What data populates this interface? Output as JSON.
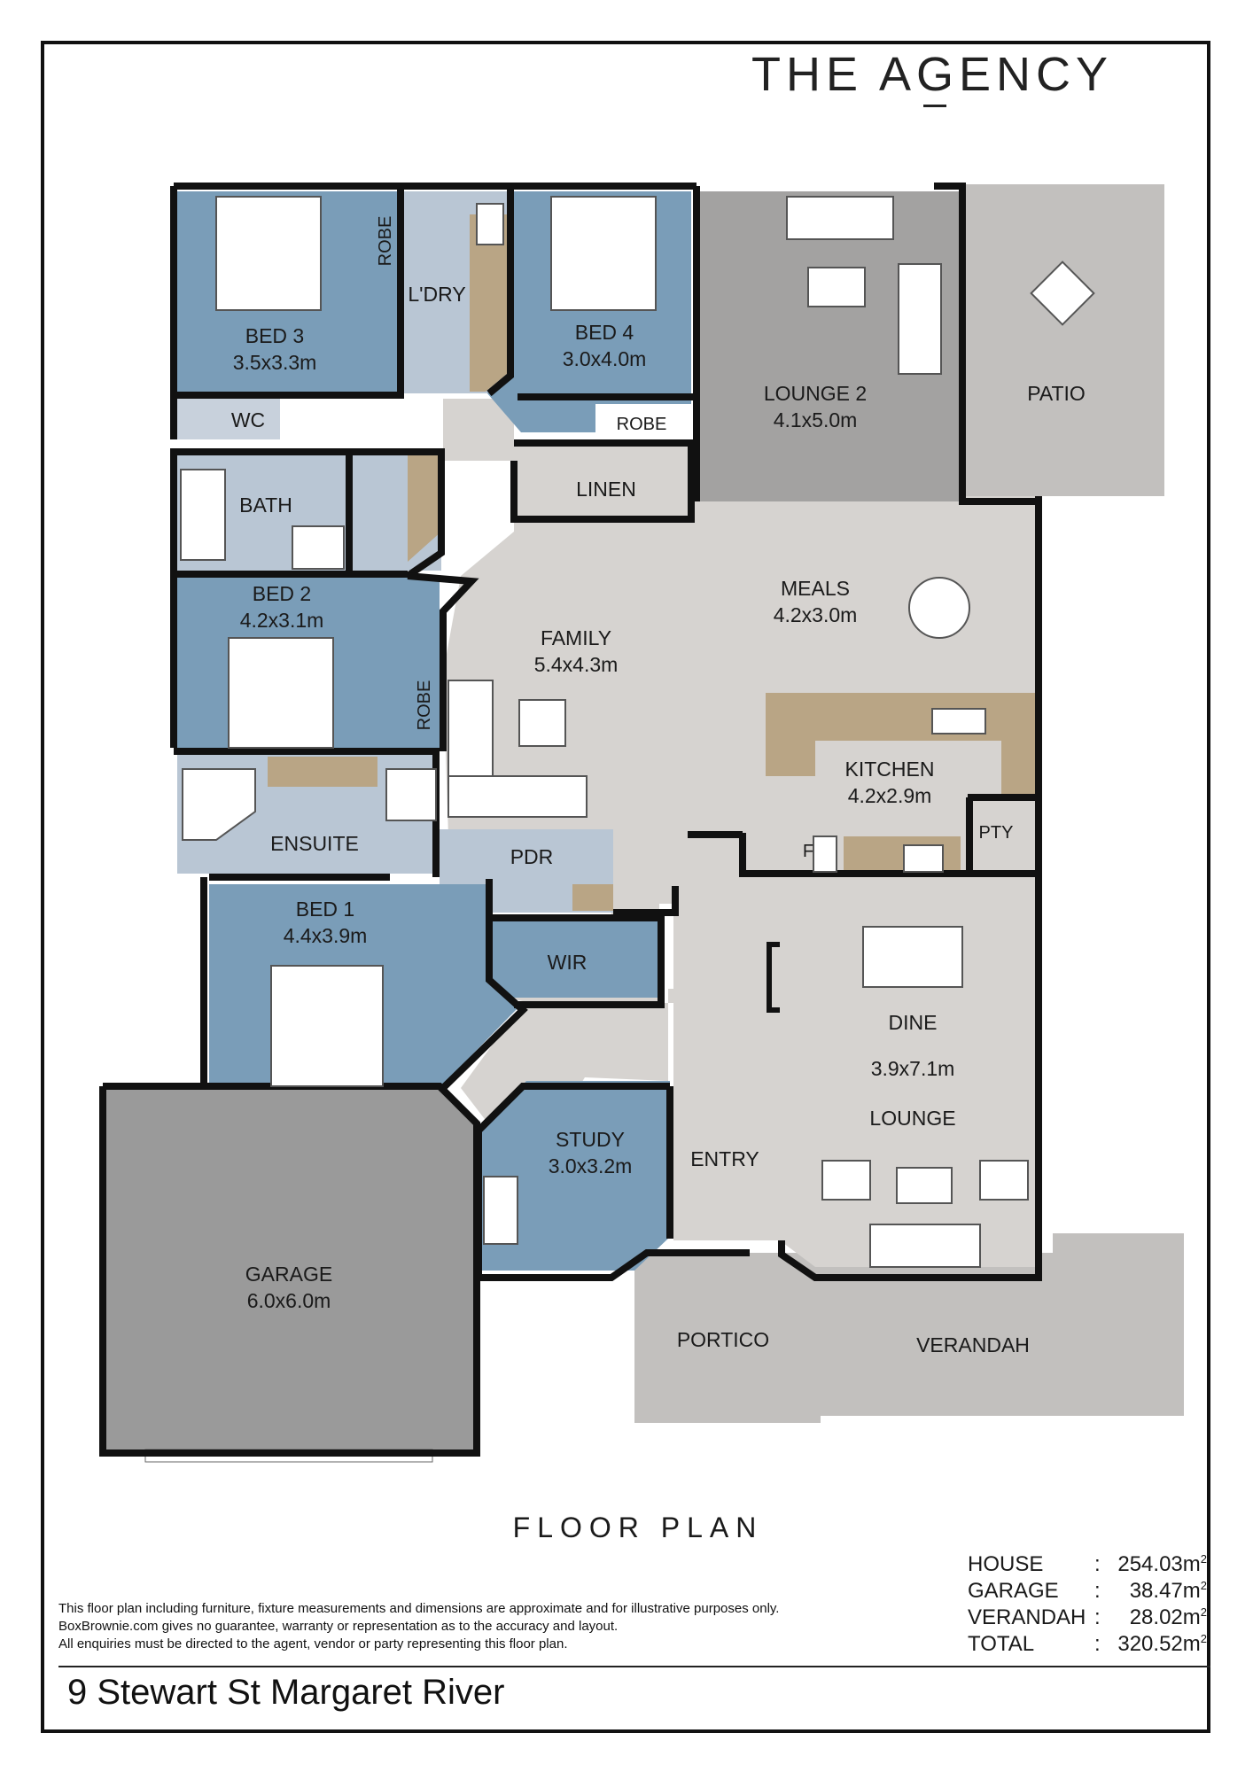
{
  "brand": {
    "logo_text": "THE AGENCY"
  },
  "rooms": {
    "bed3": {
      "name": "BED 3",
      "size": "3.5x3.3m"
    },
    "robe_bed3": {
      "name": "ROBE"
    },
    "laundry": {
      "name": "L'DRY"
    },
    "bed4": {
      "name": "BED 4",
      "size": "3.0x4.0m"
    },
    "robe_bed4": {
      "name": "ROBE"
    },
    "lounge2": {
      "name": "LOUNGE 2",
      "size": "4.1x5.0m"
    },
    "patio": {
      "name": "PATIO"
    },
    "wc": {
      "name": "WC"
    },
    "bath": {
      "name": "BATH"
    },
    "linen": {
      "name": "LINEN"
    },
    "bed2": {
      "name": "BED 2",
      "size": "4.2x3.1m"
    },
    "robe_bed2": {
      "name": "ROBE"
    },
    "family": {
      "name": "FAMILY",
      "size": "5.4x4.3m"
    },
    "meals": {
      "name": "MEALS",
      "size": "4.2x3.0m"
    },
    "kitchen": {
      "name": "KITCHEN",
      "size": "4.2x2.9m"
    },
    "pantry": {
      "name": "PTY"
    },
    "fridge": {
      "name": "F"
    },
    "ensuite": {
      "name": "ENSUITE"
    },
    "powder": {
      "name": "PDR"
    },
    "bed1": {
      "name": "BED 1",
      "size": "4.4x3.9m"
    },
    "wir": {
      "name": "WIR"
    },
    "dine": {
      "name": "DINE"
    },
    "dine_lounge_size": "3.9x7.1m",
    "lounge": {
      "name": "LOUNGE"
    },
    "study": {
      "name": "STUDY",
      "size": "3.0x3.2m"
    },
    "entry": {
      "name": "ENTRY"
    },
    "garage": {
      "name": "GARAGE",
      "size": "6.0x6.0m"
    },
    "portico": {
      "name": "PORTICO"
    },
    "verandah": {
      "name": "VERANDAH"
    }
  },
  "floor_plan_title": "FLOOR PLAN",
  "areas": [
    {
      "name": "HOUSE",
      "value": "254.03m",
      "unit_sup": "2"
    },
    {
      "name": "GARAGE",
      "value": "38.47m",
      "unit_sup": "2"
    },
    {
      "name": "VERANDAH",
      "value": "28.02m",
      "unit_sup": "2"
    },
    {
      "name": "TOTAL",
      "value": "320.52m",
      "unit_sup": "2"
    }
  ],
  "disclaimer": [
    "This floor plan including furniture, fixture measurements and dimensions are approximate and for illustrative purposes only.",
    "BoxBrownie.com gives no guarantee, warranty or representation as to the accuracy and layout.",
    "All enquiries must be directed to the agent, vendor or party representing this floor plan."
  ],
  "address": "9 Stewart St Margaret River",
  "colors": {
    "bedroom_blue": "#7a9db8",
    "wet_area_blue": "#b9c6d4",
    "living_grey": "#d6d3d0",
    "outdoor_grey": "#c2c0be",
    "lounge2_grey": "#a3a2a1",
    "garage_grey": "#9a9a9a",
    "benchtop_stone": "#b9a585",
    "wall": "#111111"
  }
}
